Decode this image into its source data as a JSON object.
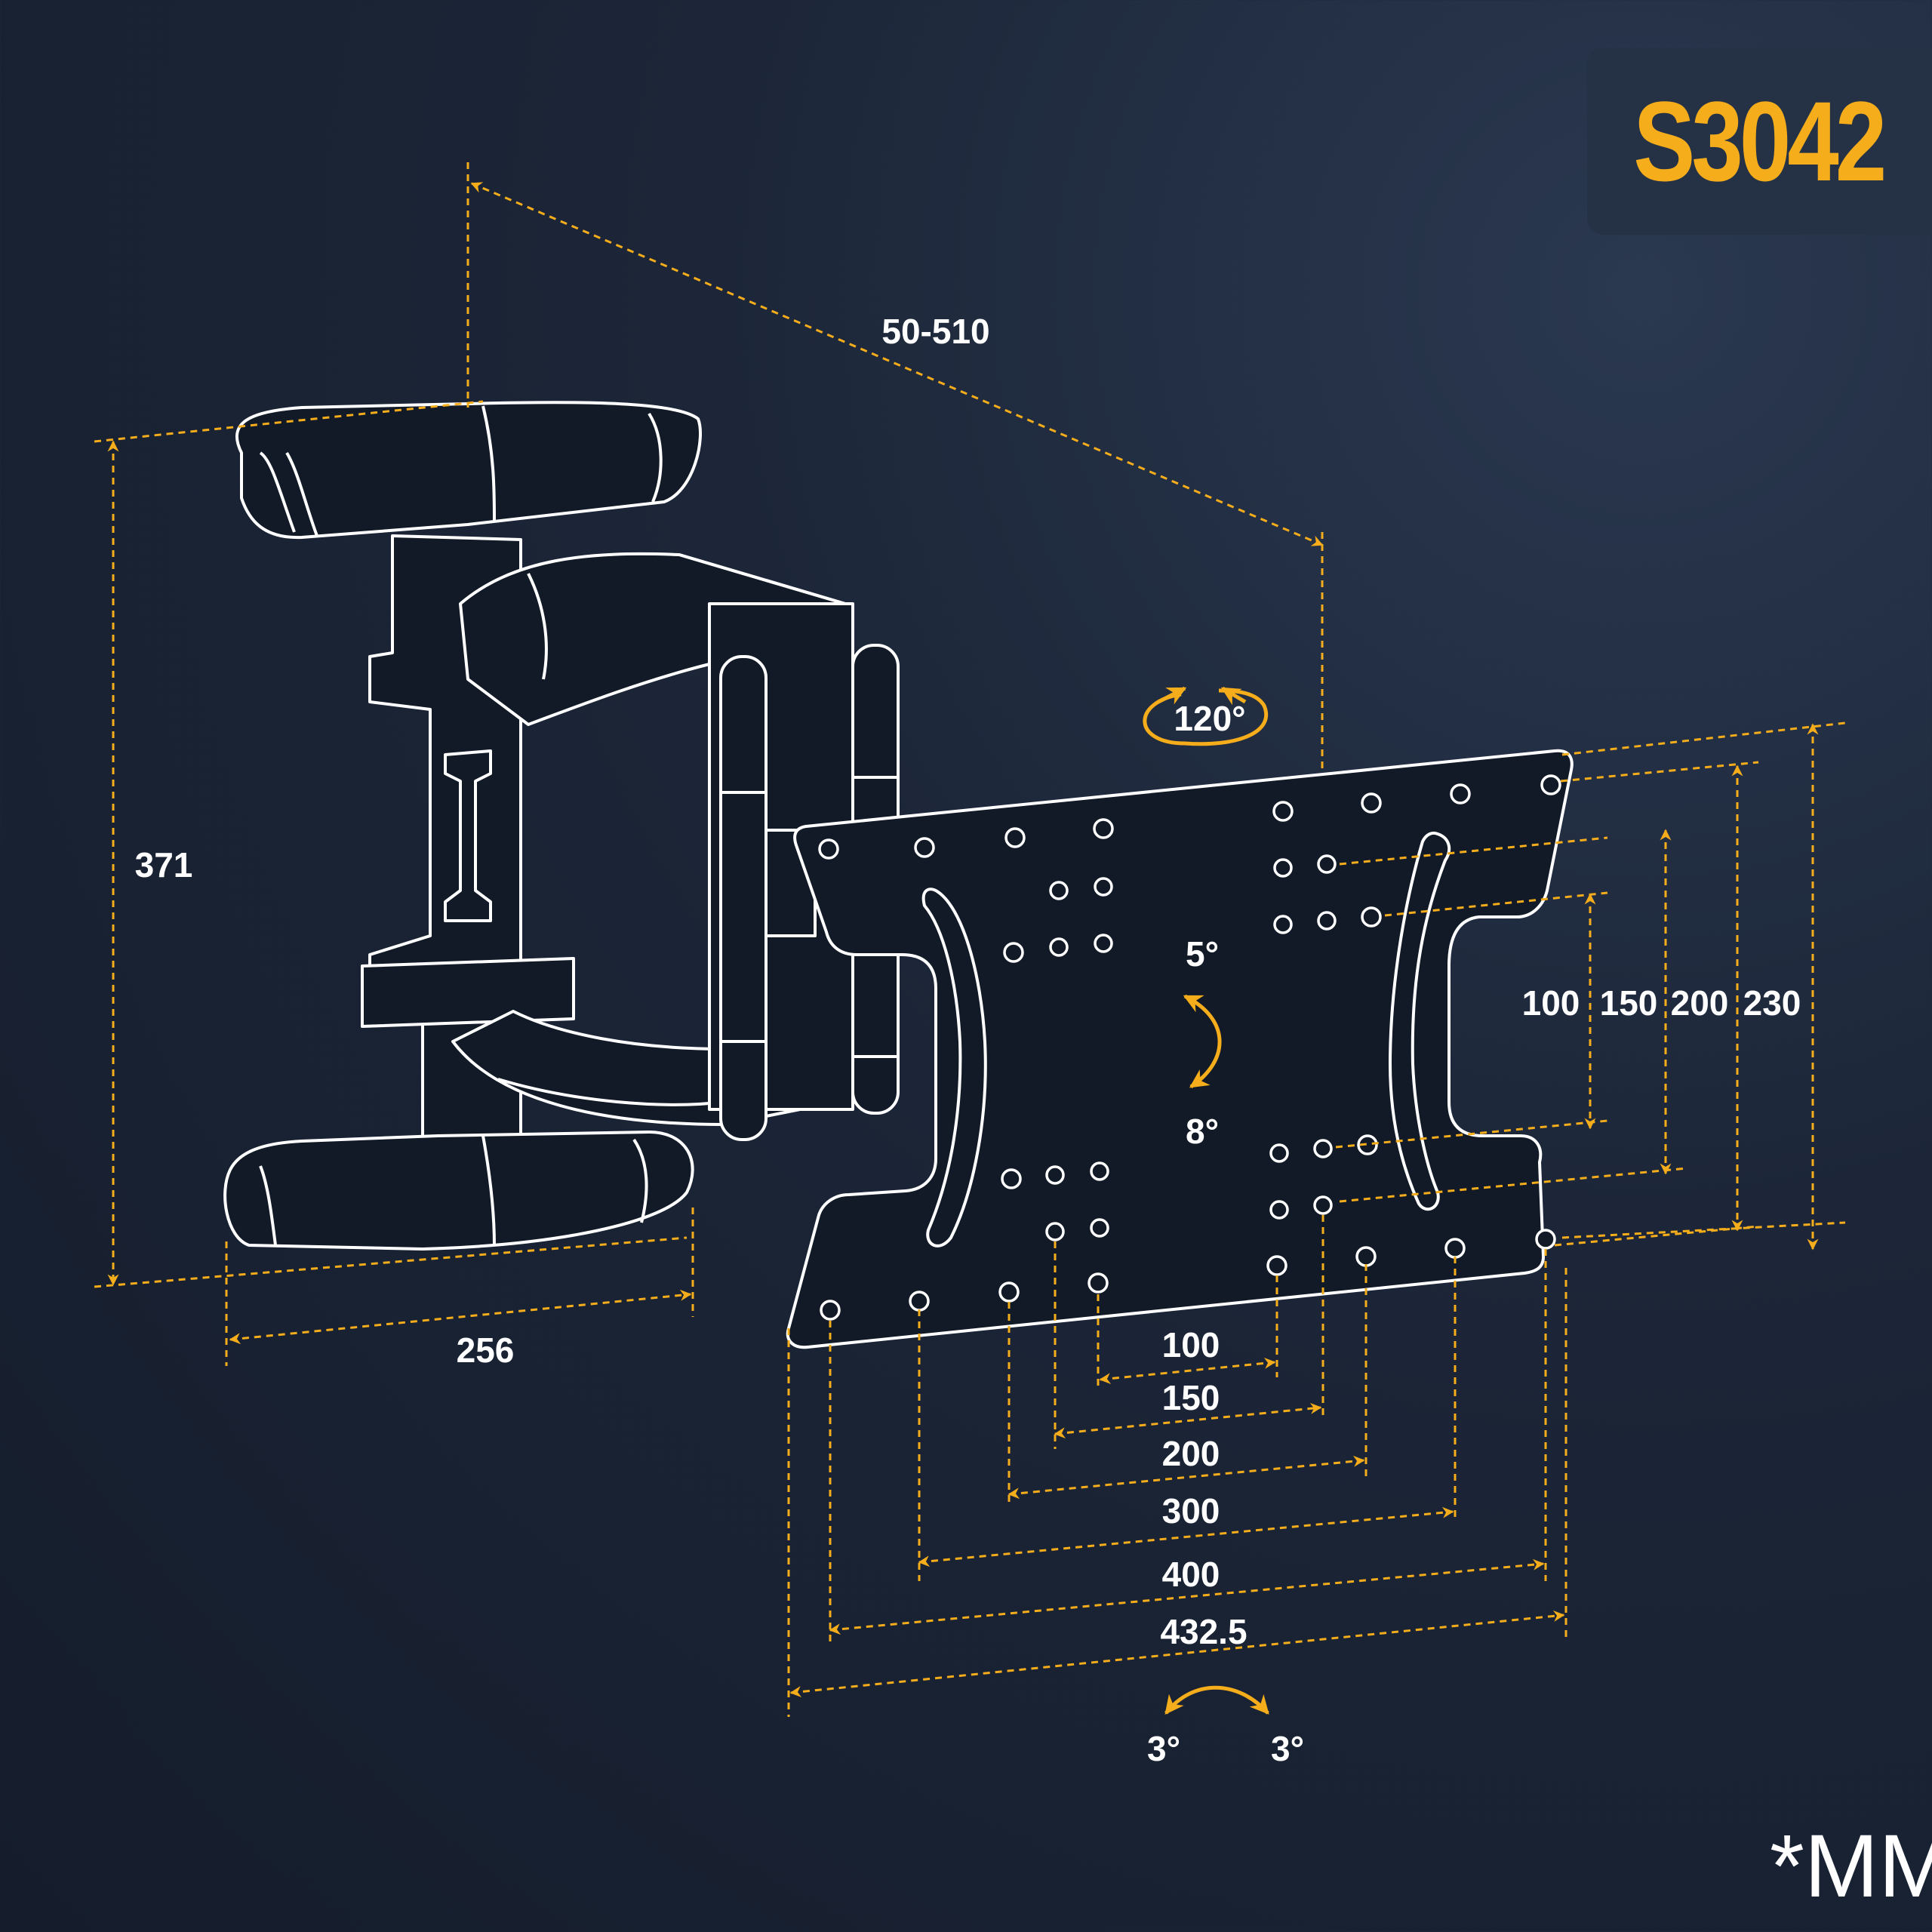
{
  "model": "S3042",
  "unit_label": "*MM",
  "colors": {
    "accent": "#f5ad1b",
    "line": "#ffffff",
    "background": "#1c2638"
  },
  "dimensions": {
    "depth": "50-510",
    "height_wall_plate": "371",
    "width_wall_plate": "256",
    "swivel": "120°",
    "tilt_up": "5°",
    "tilt_down": "8°",
    "rotate_left": "3°",
    "rotate_right": "3°",
    "vesa_vertical": [
      "100",
      "150",
      "200",
      "230"
    ],
    "vesa_horizontal": [
      "100",
      "150",
      "200",
      "300",
      "400",
      "432.5"
    ]
  }
}
